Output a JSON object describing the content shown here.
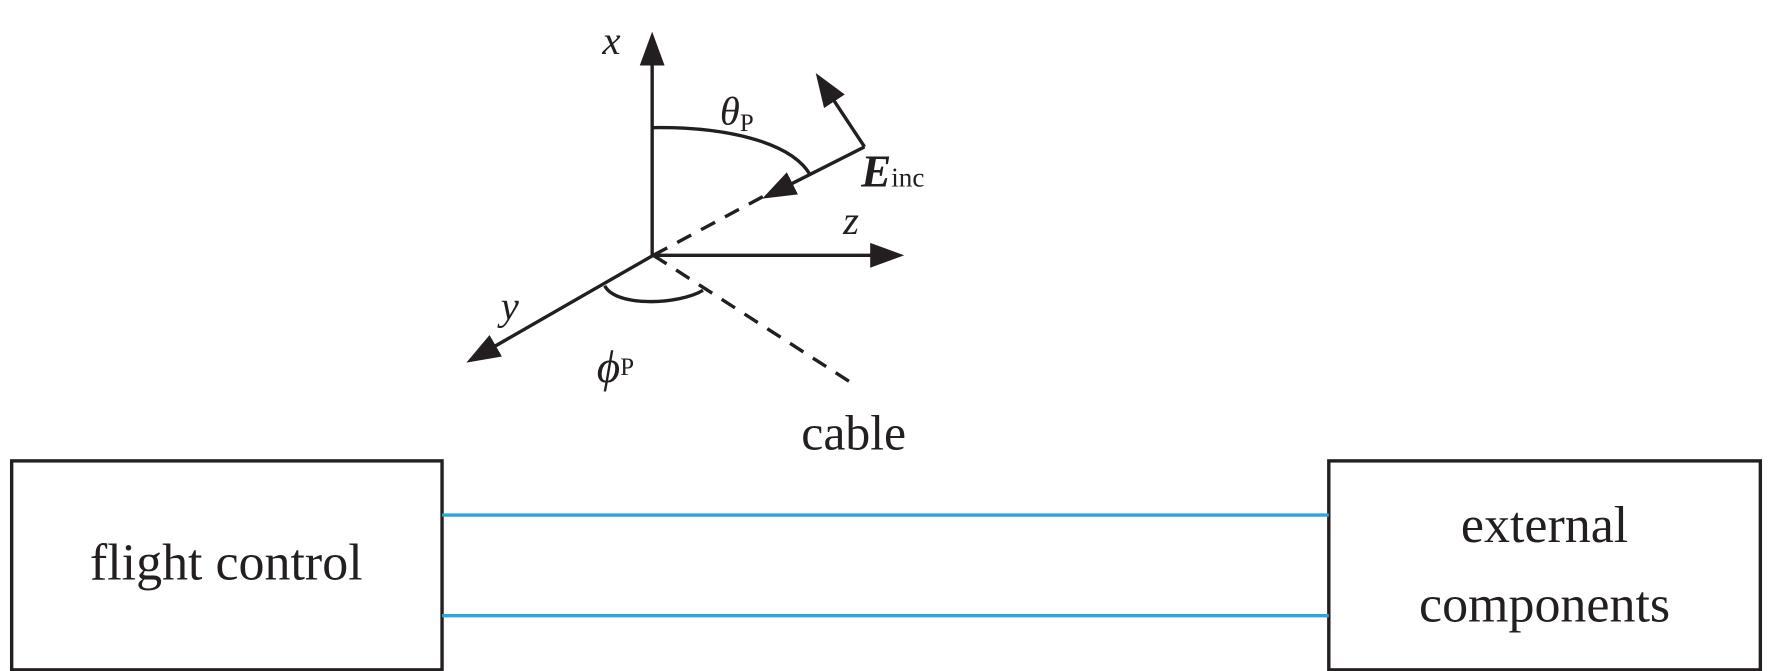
{
  "axes": {
    "x_label": "x",
    "y_label": "y",
    "z_label": "z"
  },
  "angles": {
    "theta_symbol": "θ",
    "theta_sub": "P",
    "phi_symbol": "ϕ",
    "phi_sub": "P"
  },
  "field": {
    "symbol": "E",
    "sub": "inc"
  },
  "cable_label": "cable",
  "blocks": {
    "left": [
      "flight control"
    ],
    "right": [
      "external",
      "components"
    ]
  },
  "colors": {
    "line": "#231f20",
    "cable_wire": "#2ba6dc"
  }
}
